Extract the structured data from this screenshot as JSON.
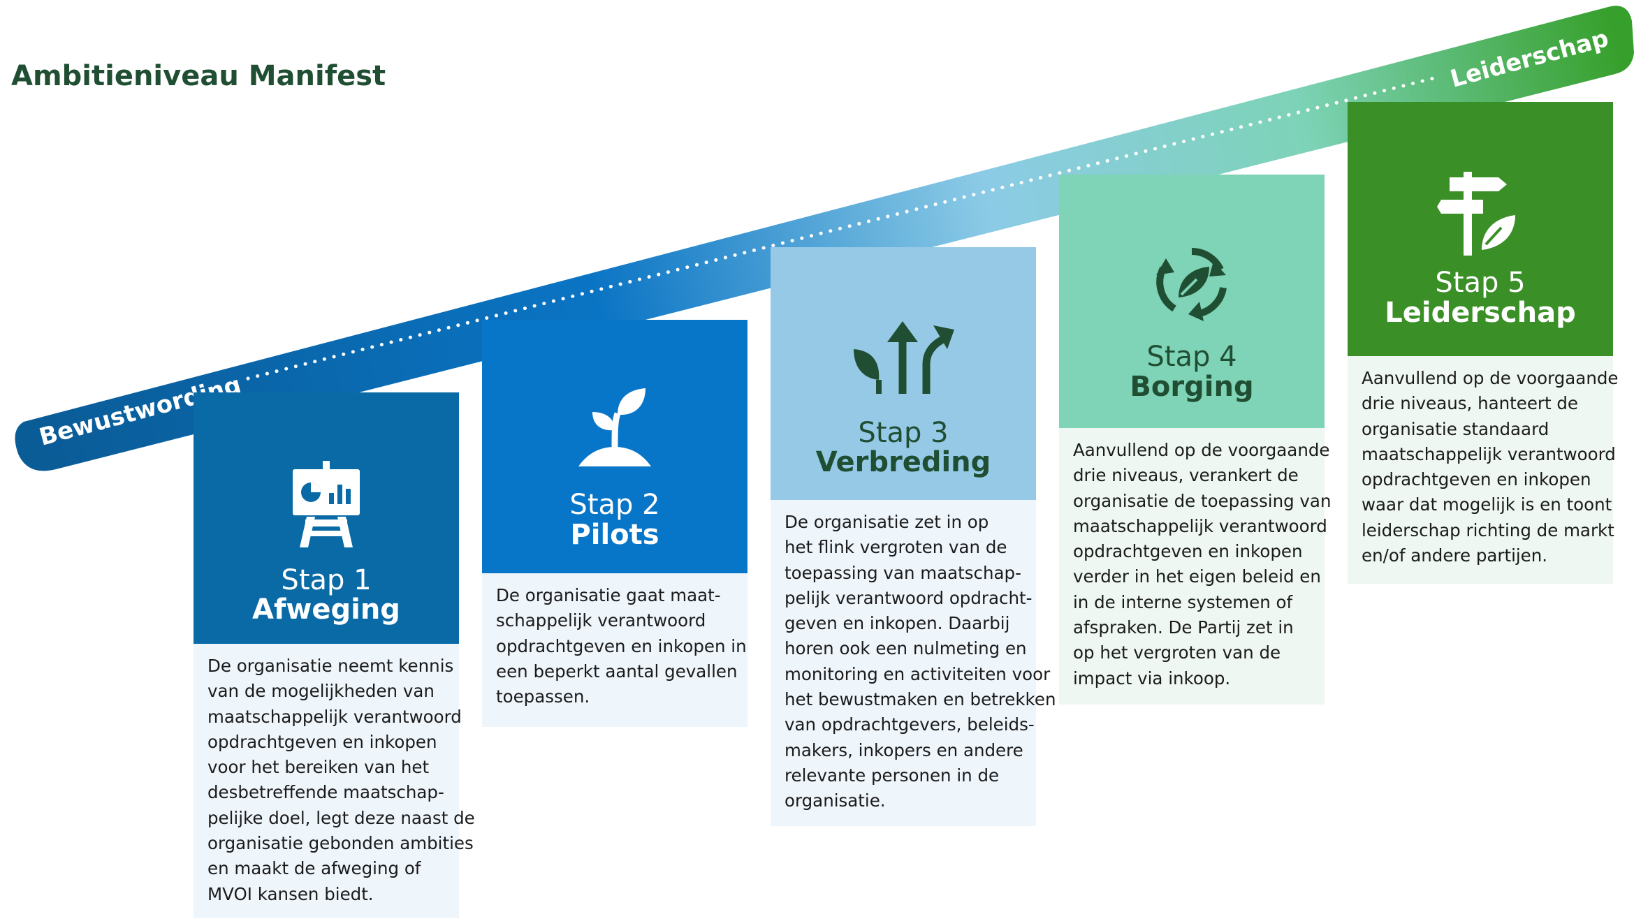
{
  "title": "Ambitieniveau Manifest",
  "ribbon": {
    "start_label": "Bewustwording",
    "end_label": "Leiderschap",
    "gradient_colors": [
      "#0a5c97",
      "#0a74c4",
      "#8ccbe6",
      "#7dd3b7",
      "#37a02c"
    ]
  },
  "steps": [
    {
      "step": "Stap 1",
      "name": "Afweging",
      "icon": "presentation-board-chart-icon",
      "header_color": "#0a6aa6",
      "text_color": "#ffffff",
      "body_bg": "#eef5fb",
      "lines": [
        "De organisatie neemt kennis",
        "van de mogelijkheden van",
        "maatschappelijk verantwoord",
        "opdrachtgeven en inkopen",
        "voor het bereiken van het",
        "desbetreffende maatschap-",
        "pelijke doel, legt deze naast de",
        "organisatie gebonden ambities",
        "en maakt de afweging of",
        "MVOI kansen biedt."
      ]
    },
    {
      "step": "Stap 2",
      "name": "Pilots",
      "icon": "sprouting-plant-icon",
      "header_color": "#0876c8",
      "text_color": "#ffffff",
      "body_bg": "#eef5fb",
      "lines": [
        "De organisatie gaat maat-",
        "schappelijk verantwoord",
        "opdrachtgeven en inkopen in",
        "een beperkt aantal gevallen",
        "toepassen."
      ]
    },
    {
      "step": "Stap 3",
      "name": "Verbreding",
      "icon": "branching-arrows-leaf-icon",
      "header_color": "#95c9e6",
      "text_color": "#1f4e33",
      "body_bg": "#eef5fb",
      "lines": [
        "De organisatie zet in op",
        "het flink vergroten van de",
        "toepassing van maatschap-",
        "pelijk verantwoord opdracht-",
        "geven en inkopen. Daarbij",
        "horen ook een nulmeting en",
        "monitoring  en activiteiten voor",
        "het bewustmaken en betrekken",
        "van opdrachtgevers, beleids-",
        "makers, inkopers en andere",
        "relevante personen in de",
        "organisatie."
      ]
    },
    {
      "step": "Stap 4",
      "name": "Borging",
      "icon": "recycle-leaf-icon",
      "header_color": "#7fd3b6",
      "text_color": "#1f4e33",
      "body_bg": "#eef7f1",
      "lines": [
        "Aanvullend op de voorgaande",
        "drie niveaus, verankert de",
        "organisatie de toepassing van",
        "maatschappelijk verantwoord",
        "opdrachtgeven en inkopen",
        "verder in het eigen beleid en",
        "in de interne systemen of",
        "afspraken. De Partij zet in",
        "op het vergroten van de",
        "impact via inkoop."
      ]
    },
    {
      "step": "Stap 5",
      "name": "Leiderschap",
      "icon": "signpost-leaf-icon",
      "header_color": "#3b8f27",
      "text_color": "#ffffff",
      "body_bg": "#eef7f1",
      "lines": [
        "Aanvullend op de voorgaande",
        "drie niveaus, hanteert de",
        "organisatie standaard",
        "maatschappelijk verantwoord",
        "opdrachtgeven en inkopen",
        "waar dat mogelijk is en toont",
        "leiderschap richting de markt",
        "en/of andere partijen."
      ]
    }
  ]
}
